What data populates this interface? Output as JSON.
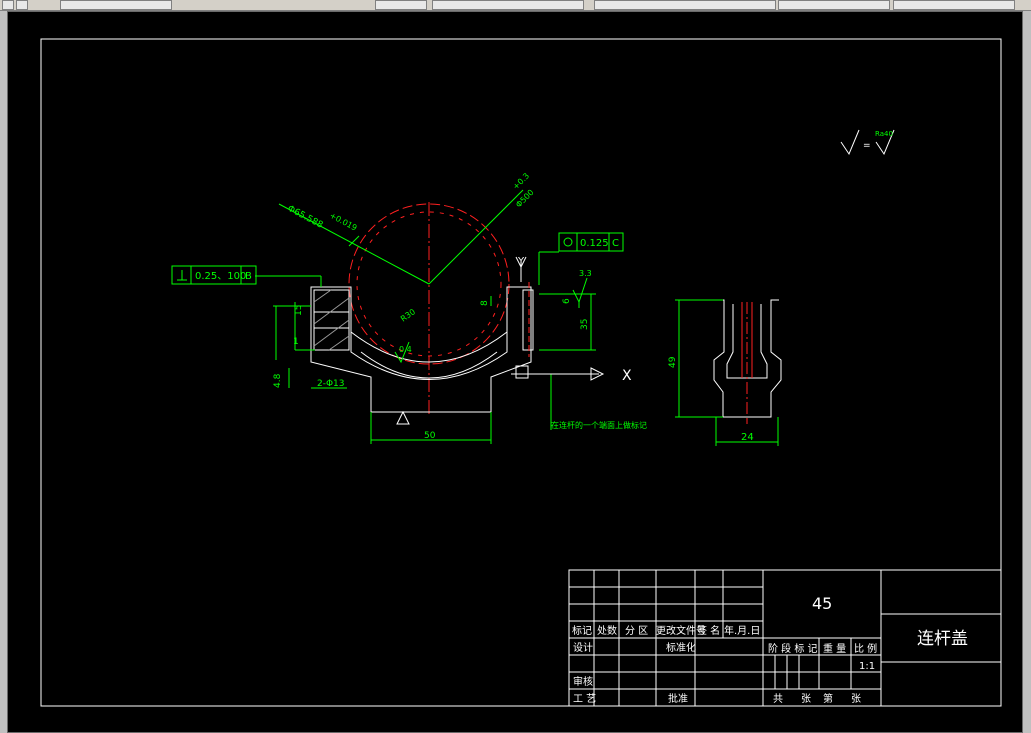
{
  "drawing": {
    "dims": {
      "bore_dia": "Φ65.588",
      "bore_tol": "+0.019",
      "oil_hole": "Φ500",
      "oil_tol": "+0.3",
      "perp_tol": "0.25、100",
      "perp_datum": "B",
      "pos_tol": "0.125",
      "pos_datum": "C",
      "d_15": "15",
      "d_1": "1",
      "d_48": "4.8",
      "d_2hole": "2-Φ13",
      "d_50": "50",
      "d_8": "8",
      "d_6": "6",
      "d_33": "3.3",
      "d_35": "35",
      "d_04": "0.4",
      "d_r30": "R30",
      "d_49": "49",
      "d_24": "24",
      "axis_y": "Y",
      "axis_x": "X",
      "note": "在连杆的一个端面上做标记",
      "rough_top": "Ra40"
    },
    "colors": {
      "line": "#00ff00",
      "outline": "#ffffff",
      "center": "#ff2020",
      "background": "#000000"
    }
  },
  "title_block": {
    "material": "45",
    "part_name": "连杆盖",
    "scale": "1:1",
    "headers": [
      "标记",
      "处数",
      "分 区",
      "更改文件号",
      "签 名",
      "年.月.日"
    ],
    "design": "设计",
    "standardize": "标准化",
    "review": "审核",
    "process": "工 艺",
    "approve": "批准",
    "stage_mark": "阶 段 标 记",
    "weight": "重 量",
    "ratio": "比 例",
    "total": "共",
    "sheet_word": "张",
    "page": "第",
    "page_word": "张"
  }
}
